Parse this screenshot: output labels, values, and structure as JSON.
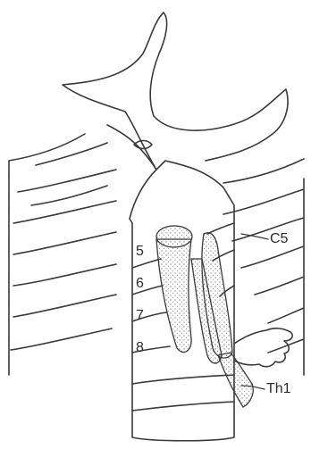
{
  "diagram": {
    "segment_labels": [
      "5",
      "6",
      "7",
      "8"
    ],
    "labels": {
      "top": "C5",
      "bottom": "Th1"
    },
    "colors": {
      "ink": "#3a3a3a",
      "paper": "#ffffff",
      "stipple": "#5a5a5a"
    }
  }
}
